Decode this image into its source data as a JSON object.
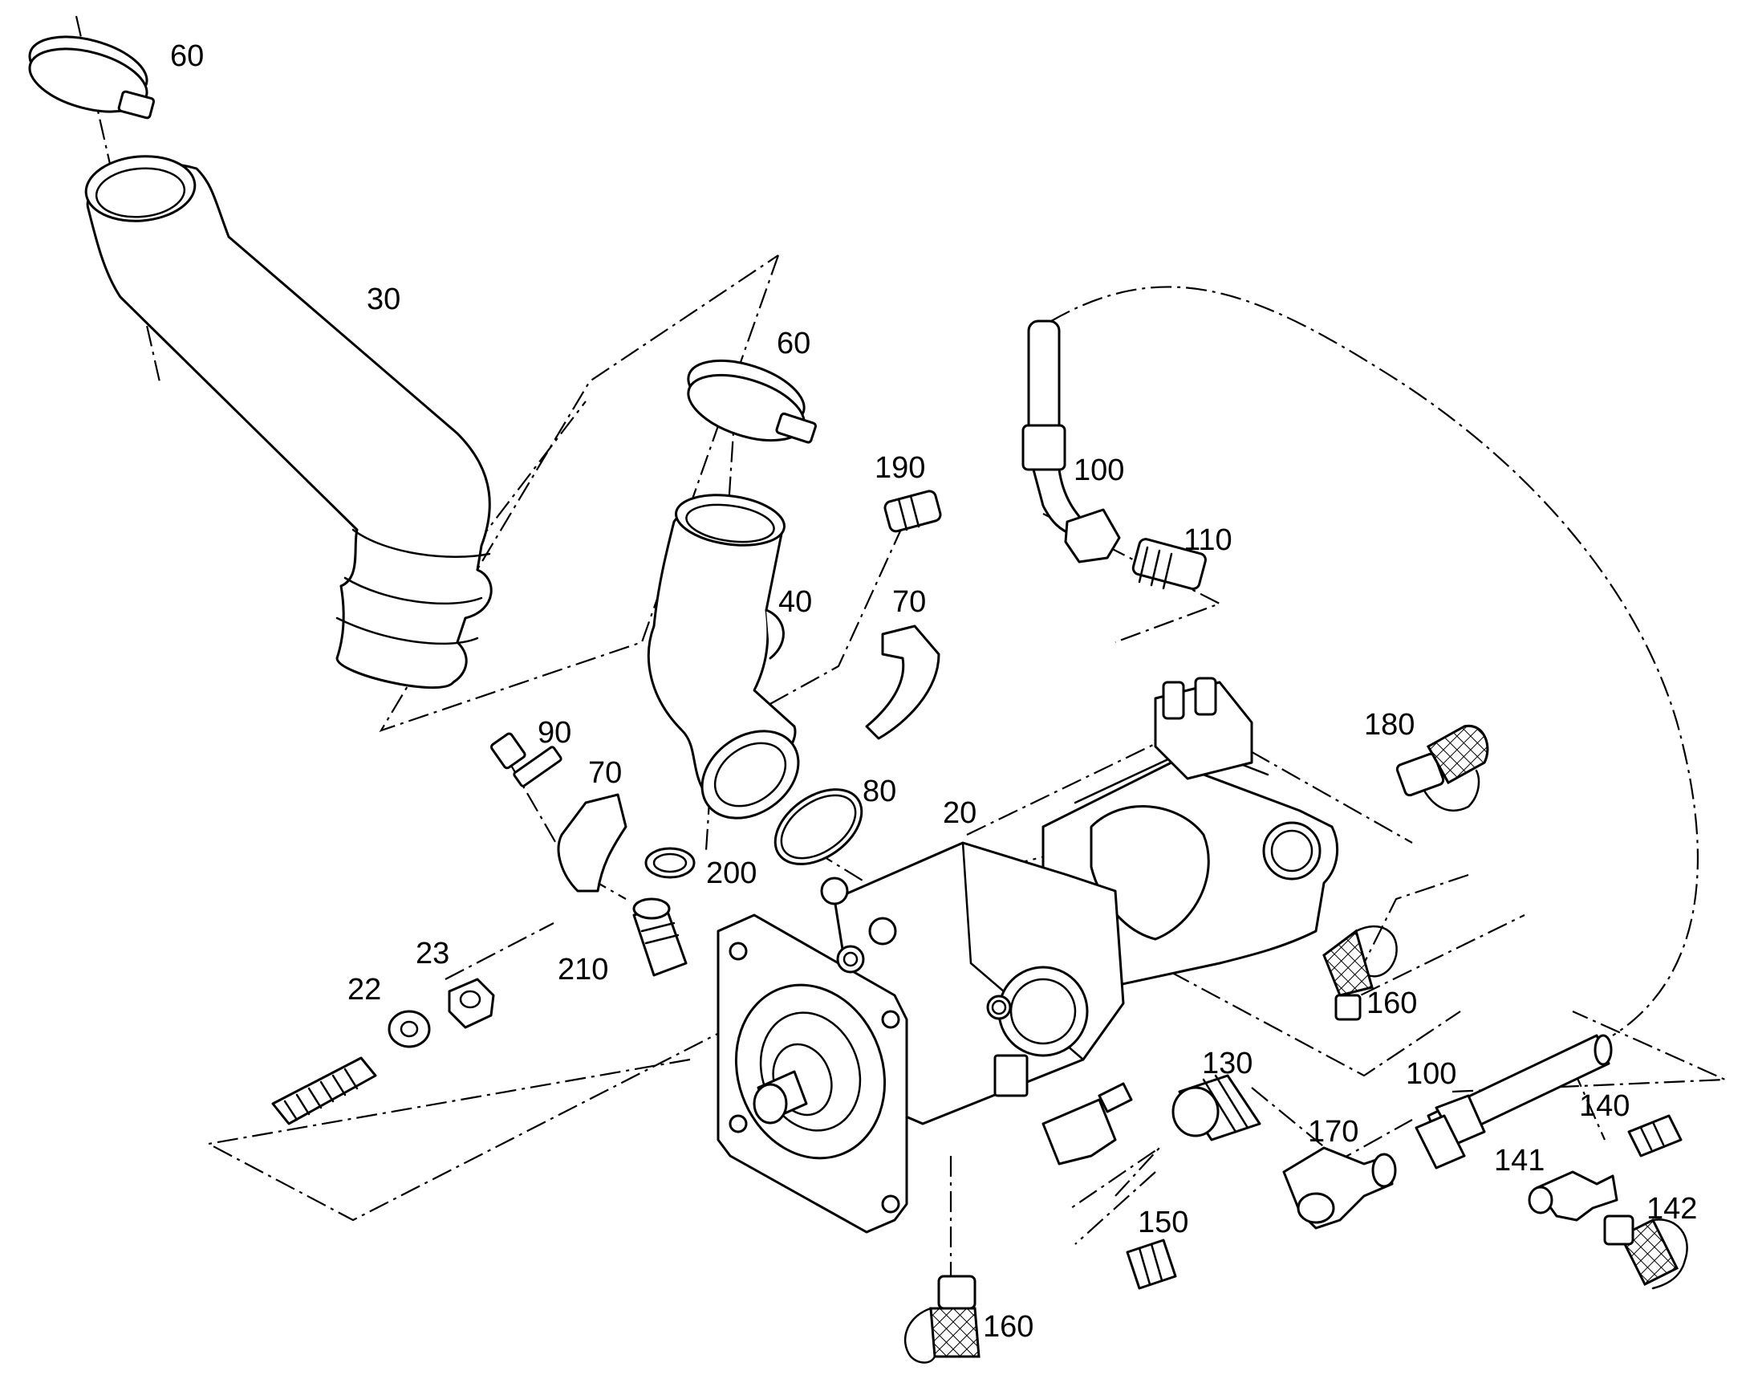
{
  "callouts": {
    "p60_top": "60",
    "p30": "30",
    "p60_mid": "60",
    "p190": "190",
    "p100_top": "100",
    "p110": "110",
    "p40": "40",
    "p70_right": "70",
    "p90": "90",
    "p70_left": "70",
    "p80": "80",
    "p20": "20",
    "p180": "180",
    "p200": "200",
    "p210": "210",
    "p23": "23",
    "p22": "22",
    "p160_right": "160",
    "p130": "130",
    "p100_bottom": "100",
    "p170": "170",
    "p140": "140",
    "p141": "141",
    "p142": "142",
    "p150": "150",
    "p160_bottom": "160"
  }
}
